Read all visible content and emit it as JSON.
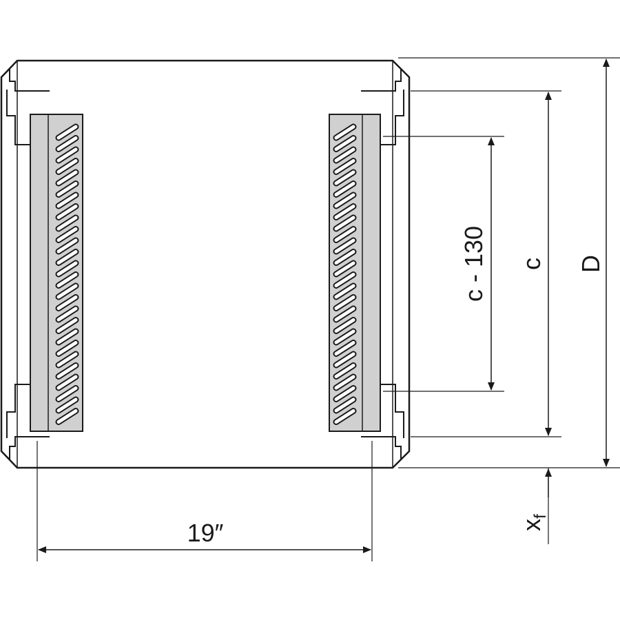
{
  "dimensions": {
    "width_label": "19″",
    "inner_depth_label": "c - 130",
    "mounting_depth_label": "c",
    "total_depth_label": "D",
    "offset_label_base": "x",
    "offset_label_sub": "f"
  },
  "colors": {
    "line": "#1a1a1a",
    "rail_fill": "#d0d0d0",
    "background": "#ffffff"
  }
}
